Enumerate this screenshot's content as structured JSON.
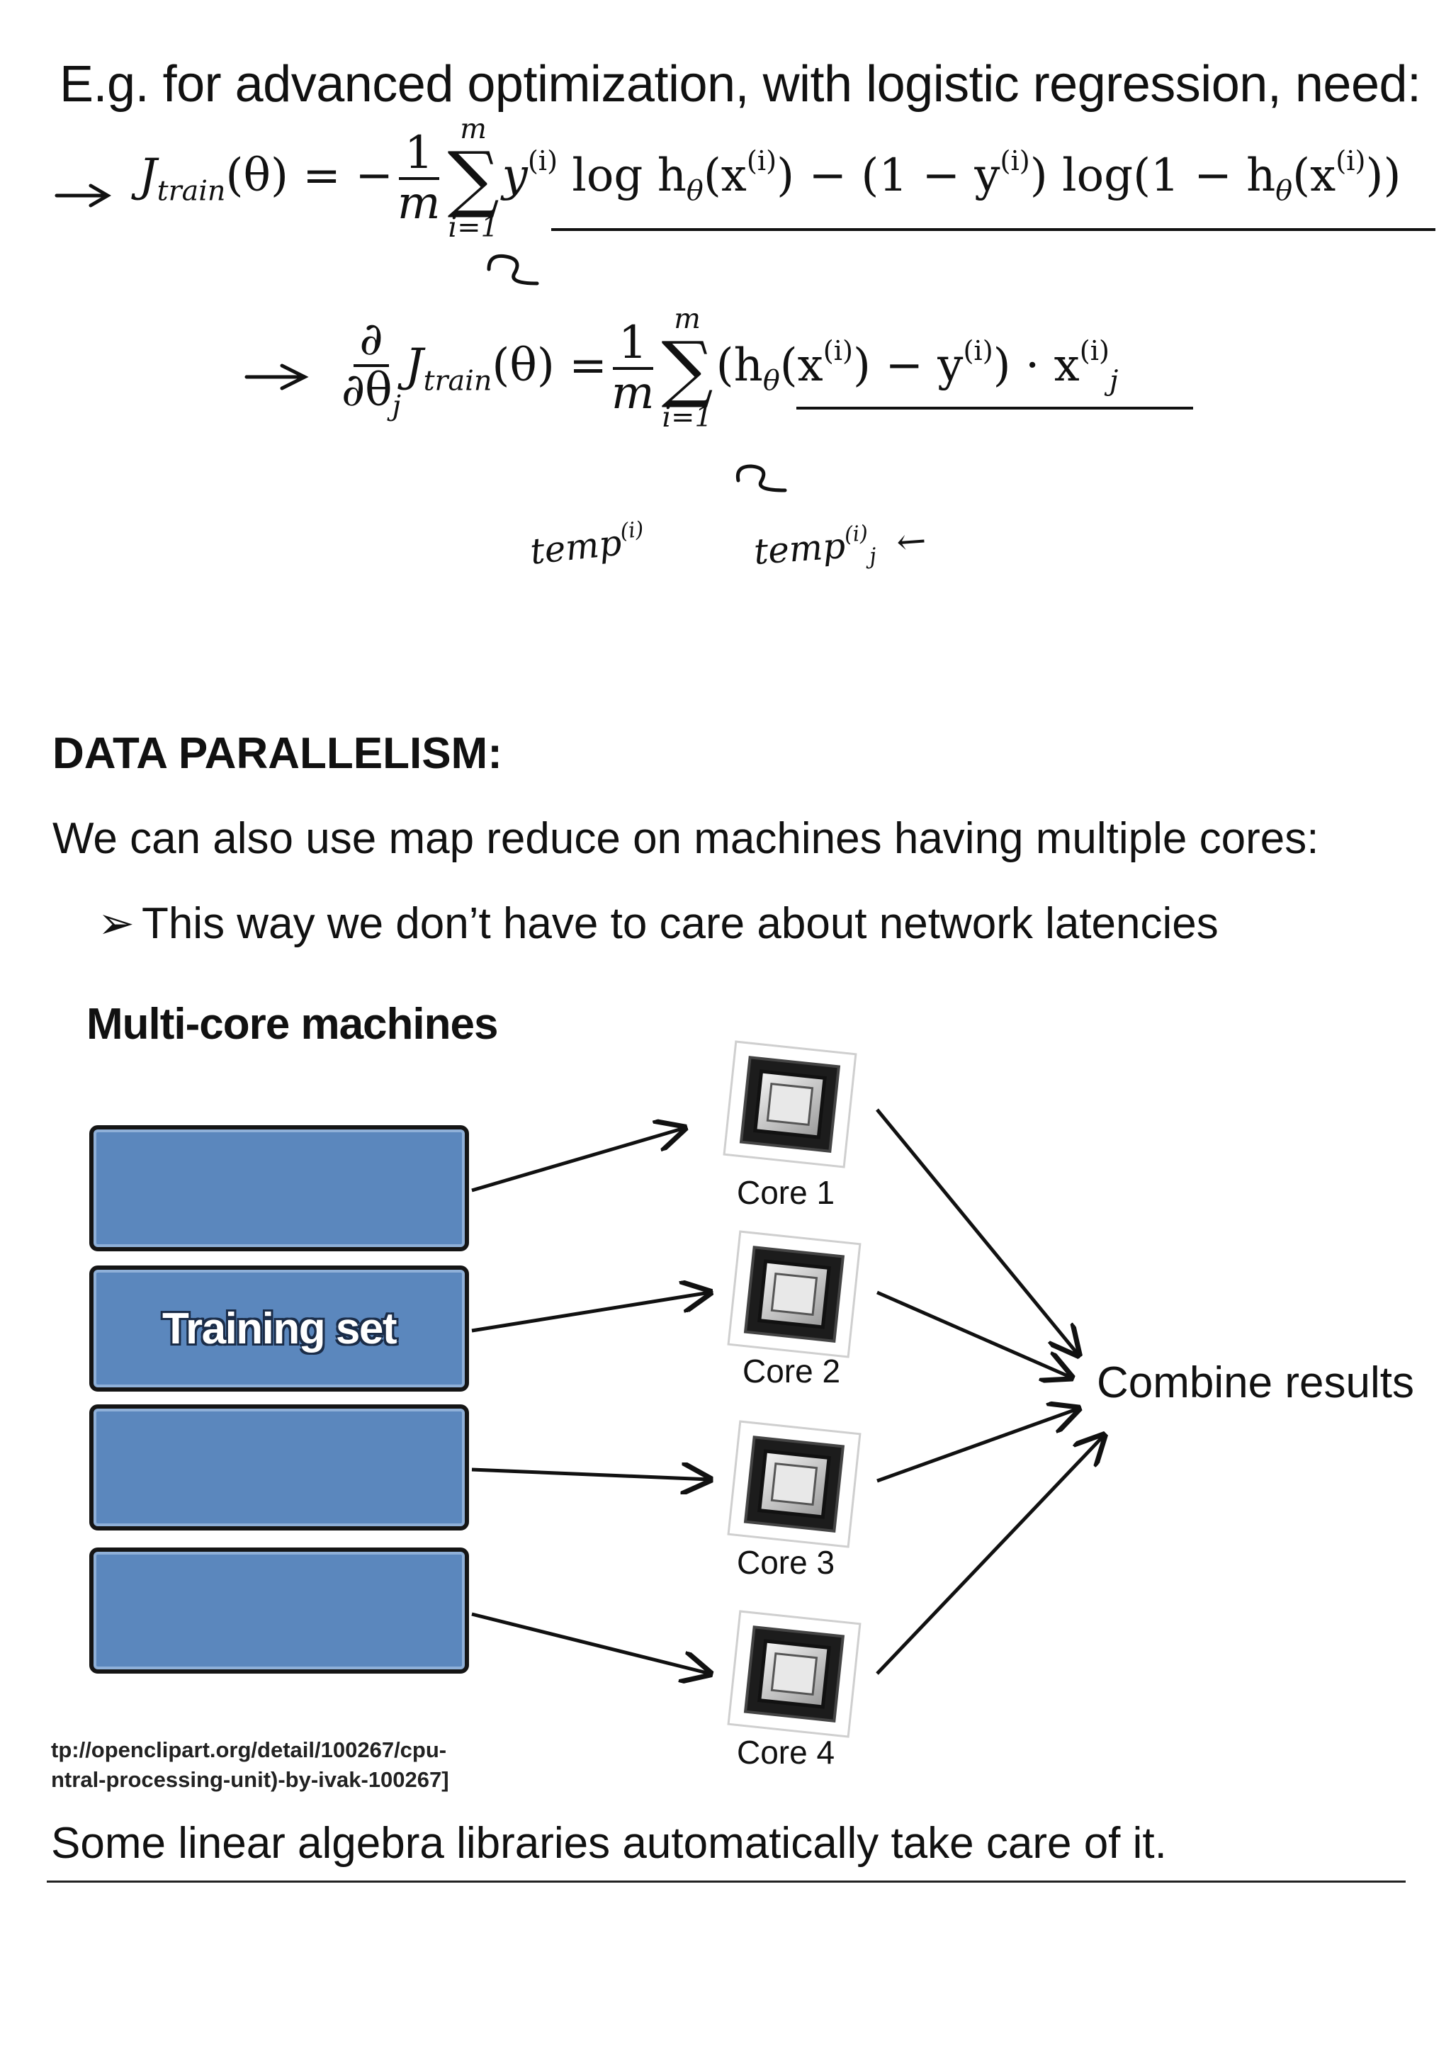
{
  "heading": "E.g. for advanced optimization, with logistic regression, need:",
  "cost_function": {
    "lhs_symbol": "J",
    "lhs_subscript": "train",
    "lhs_arg": "(θ) = −",
    "frac_num": "1",
    "frac_den": "m",
    "sum_upper": "m",
    "sum_lower": "i=1",
    "body_part1": "y",
    "sup_i": "(i)",
    "body_part2": " log h",
    "theta_sub": "θ",
    "body_part3": "(x",
    "body_part4": ") − (1 − y",
    "body_part5": ") log(1 − h",
    "body_part6": "(x",
    "body_part7": "))"
  },
  "gradient": {
    "partial_num": "∂",
    "partial_den": "∂θ",
    "partial_den_sub": "j",
    "lhs_symbol": "J",
    "lhs_subscript": "train",
    "lhs_arg": "(θ) =",
    "frac_num": "1",
    "frac_den": "m",
    "sum_upper": "m",
    "sum_lower": "i=1",
    "body_part1": "(h",
    "theta_sub": "θ",
    "body_part2": "(x",
    "sup_i": "(i)",
    "body_part3": ") − y",
    "body_part4": ") · x",
    "x_sub": "j"
  },
  "handwritten": {
    "note_left": "temp",
    "note_left_sup": "(i)",
    "note_right": "temp",
    "note_right_sup": "(i)",
    "note_right_sub": "j",
    "arrow": "←"
  },
  "section_title": "DATA PARALLELISM:",
  "paragraph": "We can also use map reduce on machines having multiple cores:",
  "bullet_marker": "➢",
  "bullet_text": "This way we don’t have to care about network latencies",
  "figure": {
    "title": "Multi-core machines",
    "training_label": "Training set",
    "cores": [
      "Core 1",
      "Core 2",
      "Core 3",
      "Core 4"
    ],
    "combine_label": "Combine results",
    "credit_line1": "tp://openclipart.org/detail/100267/cpu-",
    "credit_line2": "ntral-processing-unit)-by-ivak-100267]"
  },
  "footer": "Some linear algebra libraries automatically take care of it.",
  "colors": {
    "block_fill": "#5b87bd",
    "block_border": "#151515"
  }
}
